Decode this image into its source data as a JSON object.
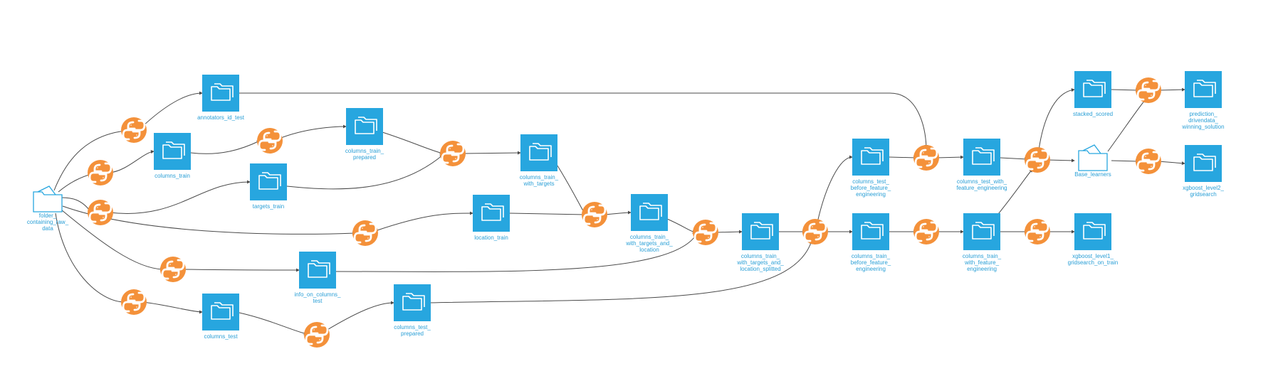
{
  "datasets": [
    {
      "id": "folder_raw",
      "lines": [
        "folder_",
        "containing_raw_",
        "data"
      ],
      "kind": "folder"
    },
    {
      "id": "annotators_id_test",
      "lines": [
        "annotators_id_test"
      ],
      "kind": "dataset"
    },
    {
      "id": "columns_train",
      "lines": [
        "columns_train"
      ],
      "kind": "dataset"
    },
    {
      "id": "targets_train",
      "lines": [
        "targets_train"
      ],
      "kind": "dataset"
    },
    {
      "id": "columns_train_prepared",
      "lines": [
        "columns_train_",
        "prepared"
      ],
      "kind": "dataset"
    },
    {
      "id": "columns_train_with_targets",
      "lines": [
        "columns_train_",
        "with_targets"
      ],
      "kind": "dataset"
    },
    {
      "id": "location_train",
      "lines": [
        "location_train"
      ],
      "kind": "dataset"
    },
    {
      "id": "columns_train_with_targets_and_location",
      "lines": [
        "columns_train_",
        "with_targets_and_",
        "location"
      ],
      "kind": "dataset"
    },
    {
      "id": "info_on_columns_test",
      "lines": [
        "info_on_columns_",
        "test"
      ],
      "kind": "dataset"
    },
    {
      "id": "columns_test",
      "lines": [
        "columns_test"
      ],
      "kind": "dataset"
    },
    {
      "id": "columns_test_prepared",
      "lines": [
        "columns_test_",
        "prepared"
      ],
      "kind": "dataset"
    },
    {
      "id": "columns_train_with_targets_and_location_splitted",
      "lines": [
        "columns_train_",
        "with_targets_and_",
        "location_splitted"
      ],
      "kind": "dataset"
    },
    {
      "id": "columns_test_before_feature_engineering",
      "lines": [
        "columns_test_",
        "before_feature_",
        "engineering"
      ],
      "kind": "dataset"
    },
    {
      "id": "columns_train_before_feature_engineering",
      "lines": [
        "columns_train_",
        "before_feature_",
        "engineering"
      ],
      "kind": "dataset"
    },
    {
      "id": "columns_test_with_feature_engineering",
      "lines": [
        "columns_test_with_",
        "feature_engineering"
      ],
      "kind": "dataset"
    },
    {
      "id": "columns_train_with_feature_engineering",
      "lines": [
        "columns_train_",
        "with_feature_",
        "engineering"
      ],
      "kind": "dataset"
    },
    {
      "id": "xgboost_level1_gridsearch_on_train",
      "lines": [
        "xgboost_level1_",
        "gridsearch_on_train"
      ],
      "kind": "dataset"
    },
    {
      "id": "stacked_scored",
      "lines": [
        "stacked_scored"
      ],
      "kind": "dataset"
    },
    {
      "id": "base_learners",
      "lines": [
        "Base_learners"
      ],
      "kind": "folder"
    },
    {
      "id": "prediction_drivendata_winning_solution",
      "lines": [
        "prediction_",
        "drivendata_",
        "winning_solution"
      ],
      "kind": "dataset"
    },
    {
      "id": "xgboost_level2_gridsearch",
      "lines": [
        "xgboost_level2_",
        "gridsearch"
      ],
      "kind": "dataset"
    }
  ],
  "recipes": [
    {
      "id": "r_annot",
      "icon": "python-recipe-icon"
    },
    {
      "id": "r_coltrain",
      "icon": "python-recipe-icon"
    },
    {
      "id": "r_targets",
      "icon": "python-recipe-icon"
    },
    {
      "id": "r_location",
      "icon": "python-recipe-icon"
    },
    {
      "id": "r_info",
      "icon": "python-recipe-icon"
    },
    {
      "id": "r_coltest",
      "icon": "python-recipe-icon"
    },
    {
      "id": "r_prep_train",
      "icon": "python-recipe-icon"
    },
    {
      "id": "r_join_targets",
      "icon": "python-recipe-icon"
    },
    {
      "id": "r_join_location",
      "icon": "python-recipe-icon"
    },
    {
      "id": "r_prep_test",
      "icon": "python-recipe-icon"
    },
    {
      "id": "r_split",
      "icon": "python-recipe-icon"
    },
    {
      "id": "r_split2",
      "icon": "python-recipe-icon"
    },
    {
      "id": "r_fe_test",
      "icon": "python-recipe-icon"
    },
    {
      "id": "r_fe_train",
      "icon": "python-recipe-icon"
    },
    {
      "id": "r_xgb1",
      "icon": "python-recipe-icon"
    },
    {
      "id": "r_base",
      "icon": "python-recipe-icon"
    },
    {
      "id": "r_pred",
      "icon": "python-recipe-icon"
    },
    {
      "id": "r_xgb2",
      "icon": "python-recipe-icon"
    }
  ],
  "colors": {
    "dataset": "#27a6df",
    "recipe": "#f4913a",
    "label": "#2a9fd6",
    "edge": "#4a4a4a"
  }
}
